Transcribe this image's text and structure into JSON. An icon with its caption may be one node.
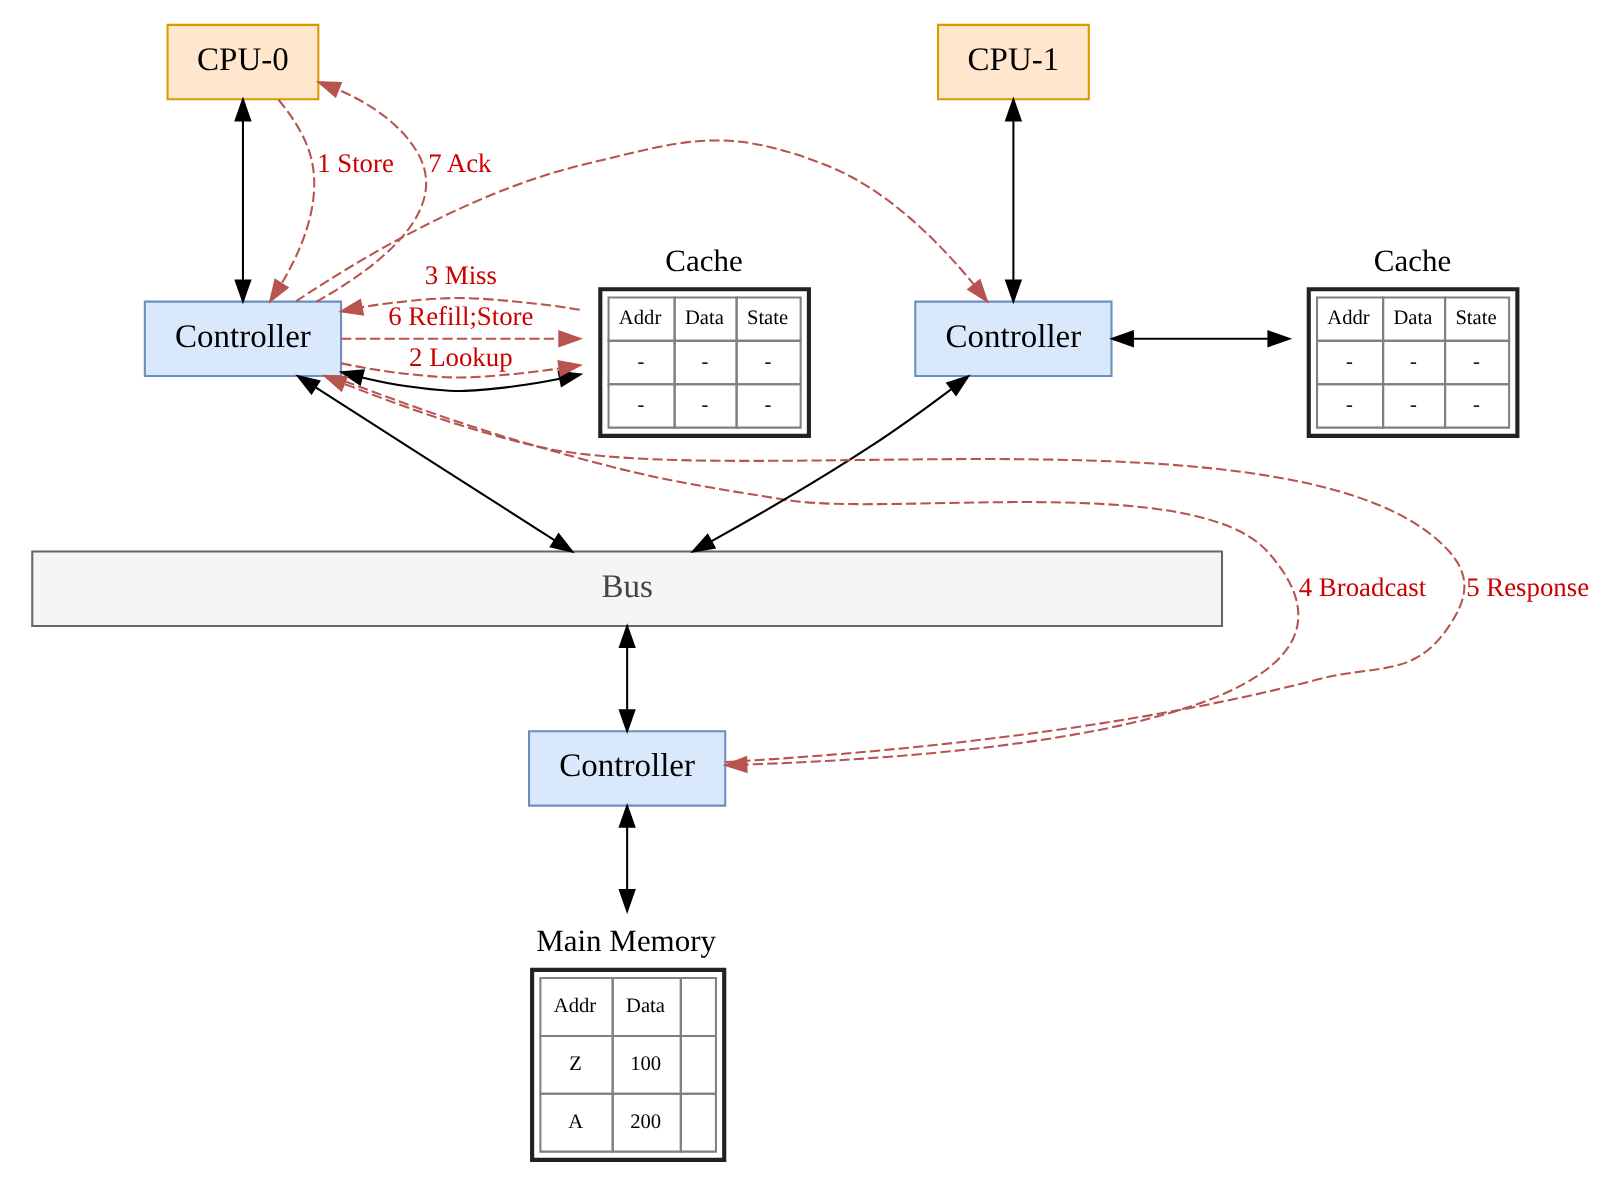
{
  "diagram": {
    "nodes": [
      {
        "text": [
          "CPU-0"
        ]
      },
      {
        "text": [
          "Controller"
        ]
      },
      {
        "text": [
          "Cache",
          "Addr",
          "Data",
          "State",
          "-",
          "-",
          "-",
          "-",
          "-",
          "-"
        ]
      },
      {
        "text": [
          "CPU-1"
        ]
      },
      {
        "text": [
          "Controller"
        ]
      },
      {
        "text": [
          "Cache",
          "Addr",
          "Data",
          "State",
          "-",
          "-",
          "-",
          "-",
          "-",
          "-"
        ]
      },
      {
        "text": [
          "Bus"
        ]
      },
      {
        "text": [
          "Controller"
        ]
      },
      {
        "text": [
          "Main Memory",
          "Addr",
          "Data",
          "Z",
          "100",
          "A",
          "200"
        ]
      }
    ],
    "edges": [
      {
        "from": 0,
        "to": 1,
        "arrow": "both"
      },
      {
        "from": 1,
        "to": 2,
        "arrow": "both"
      },
      {
        "from": 1,
        "to": 6,
        "arrow": "both"
      },
      {
        "from": 3,
        "to": 4,
        "arrow": "both"
      },
      {
        "from": 4,
        "to": 5,
        "arrow": "both"
      },
      {
        "from": 4,
        "to": 6,
        "arrow": "both"
      },
      {
        "from": 6,
        "to": 7,
        "arrow": "both"
      },
      {
        "from": 7,
        "to": 8,
        "arrow": "both"
      },
      {
        "from": 0,
        "to": 1,
        "arrow": "to",
        "label": "1 Store",
        "style": "dashed",
        "color": "#b85450"
      },
      {
        "from": 1,
        "to": 2,
        "arrow": "to",
        "label": "2 Lookup",
        "style": "dashed",
        "color": "#b85450"
      },
      {
        "from": 2,
        "to": 1,
        "arrow": "to",
        "label": "3 Miss",
        "style": "dashed",
        "color": "#b85450"
      },
      {
        "from": 1,
        "to": 7,
        "arrow": "to",
        "label": "4 Broadcast",
        "style": "dashed",
        "color": "#b85450"
      },
      {
        "from": 1,
        "to": 4,
        "arrow": "to",
        "style": "dashed",
        "color": "#b85450"
      },
      {
        "from": 7,
        "to": 1,
        "arrow": "to",
        "label": "5 Response",
        "style": "dashed",
        "color": "#b85450"
      },
      {
        "from": 1,
        "to": 2,
        "arrow": "to",
        "label": "6 Refill;Store",
        "style": "dashed",
        "color": "#b85450"
      },
      {
        "from": 1,
        "to": 0,
        "arrow": "to",
        "label": "7 Ack",
        "style": "dashed",
        "color": "#b85450"
      }
    ]
  }
}
